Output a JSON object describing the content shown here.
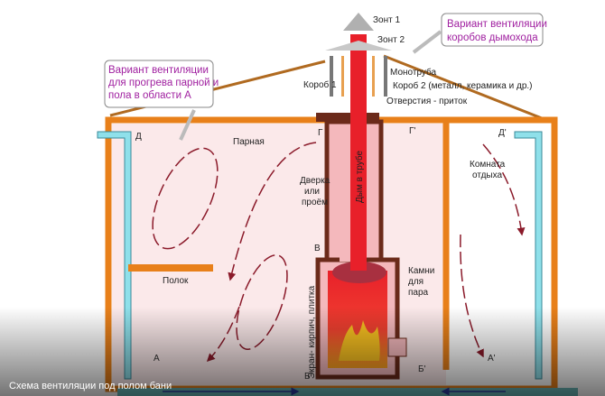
{
  "labels": {
    "umbrella_1": "Зонт 1",
    "umbrella_2": "Зонт 2",
    "monopipe": "Монотруба",
    "box_1": "Короб 1",
    "box_2": "Короб 2 (металл, керамика и др.)",
    "inlet_holes": "Отверстия - приток",
    "steam_room": "Парная",
    "door": [
      "Дверка",
      "или",
      "проём"
    ],
    "smoke": "Дым в трубе",
    "rest_room": [
      "Комната",
      "отдыха"
    ],
    "shelf": "Полок",
    "stones": [
      "Камни",
      "для",
      "пара"
    ],
    "screen": "Экран- кирпич, плитка",
    "point_a": "А",
    "point_a2": "А'",
    "point_b": "Б",
    "point_b2": "Б'",
    "point_v": "В",
    "point_g": "Г",
    "point_g2": "Г'",
    "point_d": "Д",
    "point_d2": "Д'"
  },
  "callouts": {
    "chimney": [
      "Вариант вентиляции",
      "коробов  дымохода"
    ],
    "steam": [
      "Вариант вентиляции",
      "для прогрева парной и",
      "пола  в области А"
    ]
  },
  "caption": "Схема вентиляции под полом бани",
  "colors": {
    "wall": "#e8801a",
    "pipe": "#e8202a",
    "duct": "#8fe0ea",
    "flow": "#8b1a2a",
    "air": "#2a3aa0",
    "callout": "#a020a0"
  }
}
